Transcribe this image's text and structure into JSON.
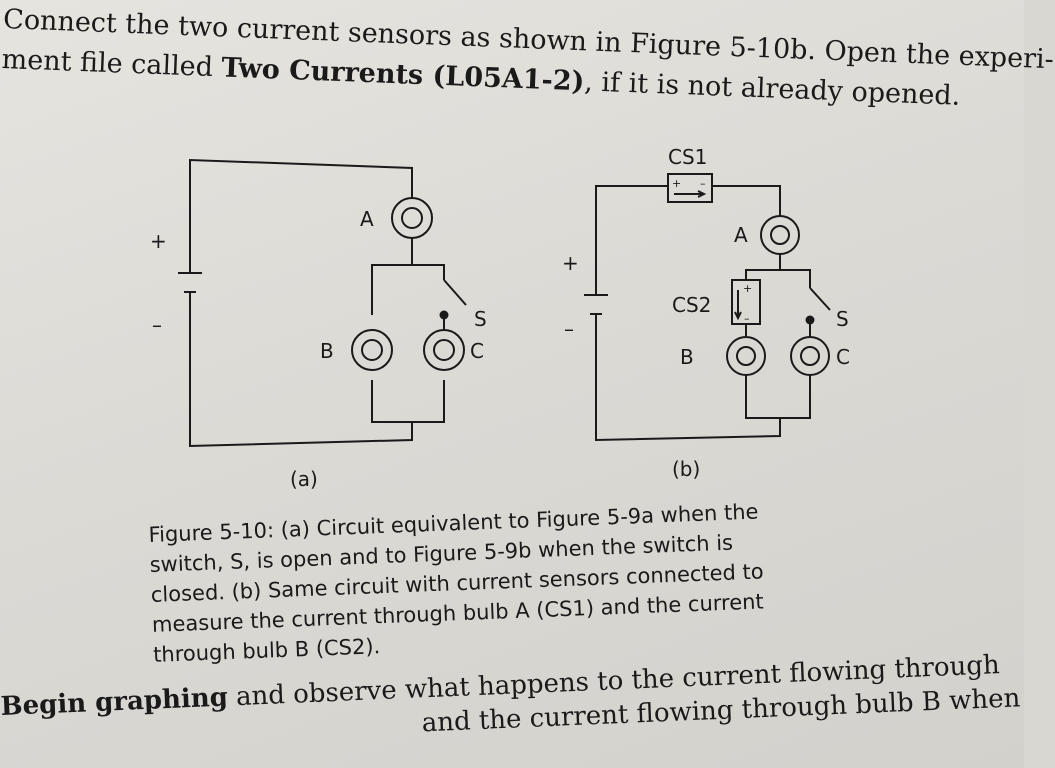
{
  "intro": {
    "line1": "Connect the two current sensors as shown in Figure 5-10b. Open the experi-",
    "line2_pre": "ment file called ",
    "line2_bold": "Two Currents (L05A1-2)",
    "line2_post": ", if it is not already opened."
  },
  "figure": {
    "circuit_a": {
      "plus": "+",
      "minus": "–",
      "bulb_a": "A",
      "bulb_b": "B",
      "bulb_c": "C",
      "switch": "S",
      "panel_label": "(a)"
    },
    "circuit_b": {
      "plus": "+",
      "minus": "–",
      "sensor1": "CS1",
      "sensor1_plus": "+",
      "sensor1_minus": "–",
      "sensor2": "CS2",
      "sensor2_plus": "+",
      "sensor2_minus": "–",
      "bulb_a": "A",
      "bulb_b": "B",
      "bulb_c": "C",
      "switch": "S",
      "panel_label": "(b)"
    }
  },
  "caption": {
    "line1": "Figure 5-10: (a) Circuit equivalent to Figure 5-9a when the",
    "line2": "switch, S, is open and to Figure 5-9b when the switch is",
    "line3": "closed. (b) Same circuit with current sensors connected to",
    "line4": "measure the current through bulb A (CS1) and the current",
    "line5": "through bulb B (CS2)."
  },
  "outro": {
    "line1_bold": "Begin graphing",
    "line1_post": " and observe what happens to the current flowing through",
    "line2": "and the current flowing through bulb B when"
  }
}
